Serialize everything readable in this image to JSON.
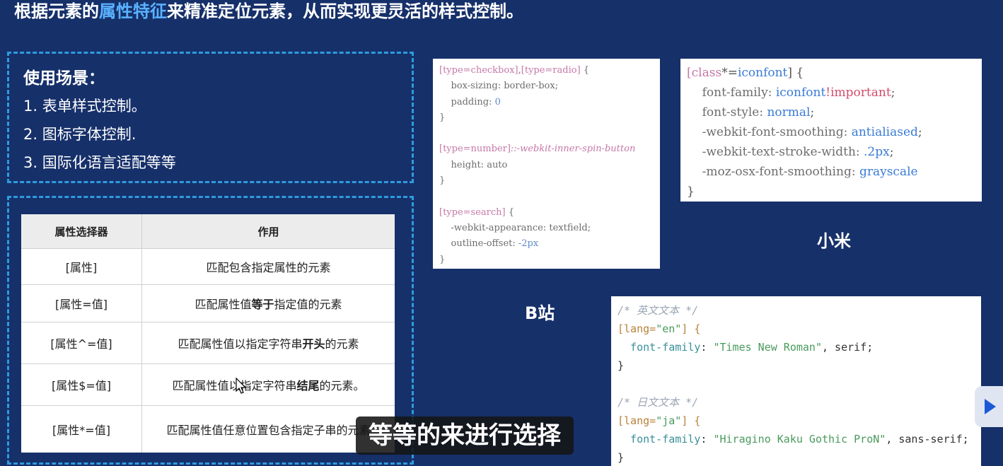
{
  "headline": {
    "before": "根据元素的",
    "highlight": "属性特征",
    "after": "来精准定位元素，从而实现更灵活的样式控制。"
  },
  "usage": {
    "title": "使用场景：",
    "items": [
      "1. 表单样式控制。",
      "2. 图标字体控制.",
      "3. 国际化语言适配等等"
    ]
  },
  "table": {
    "headers": [
      "属性选择器",
      "作用"
    ],
    "rows": [
      {
        "selector": "[属性]",
        "pre": "匹配包含指定属性的元素",
        "bold": "",
        "post": ""
      },
      {
        "selector": "[属性=值]",
        "pre": "匹配属性值",
        "bold": "等于",
        "post": "指定值的元素"
      },
      {
        "selector": "[属性^=值]",
        "pre": "匹配属性值以指定字符串",
        "bold": "开头",
        "post": "的元素"
      },
      {
        "selector": "[属性$=值]",
        "pre": "匹配属性值以指定字符串",
        "bold": "结尾",
        "post": "的元素。"
      },
      {
        "selector": "[属性*=值]",
        "pre": "匹配属性值任意位置包含指定子串的元素",
        "bold": "",
        "post": ""
      }
    ]
  },
  "code_b": {
    "l1a": "[type=checkbox]",
    "l1b": ",",
    "l1c": "[type=radio]",
    "l1d": " {",
    "l2a": "    box-sizing: ",
    "l2b": "border-box",
    "l2c": ";",
    "l3a": "    padding: ",
    "l3b": "0",
    "l4": "}",
    "l5a": "[type=number]",
    "l5b": "::-webkit-inner-spin-button",
    "l6a": "    height: ",
    "l6b": "auto",
    "l7": "}",
    "l8a": "[type=search]",
    "l8b": " {",
    "l9a": "    -webkit-appearance: ",
    "l9b": "textfield",
    "l9c": ";",
    "l10a": "    outline-offset: ",
    "l10b": "-2px",
    "l11": "}"
  },
  "code_mi": {
    "l1a": "[class",
    "l1b": "*=",
    "l1c": "iconfont",
    "l1d": "] {",
    "l2a": "    font-family: ",
    "l2b": "iconfont",
    "l2c": "!important",
    "l2d": ";",
    "l3a": "    font-style: ",
    "l3b": "normal",
    "l3c": ";",
    "l4a": "    -webkit-font-smoothing: ",
    "l4b": "antialiased",
    "l4c": ";",
    "l5a": "    -webkit-text-stroke-width: ",
    "l5b": ".2px",
    "l5c": ";",
    "l6a": "    -moz-osx-font-smoothing: ",
    "l6b": "grayscale",
    "l7": "}"
  },
  "code_lang": {
    "c1": "/* 英文文本 */",
    "l2a": "[lang=",
    "l2b": "\"en\"",
    "l2c": "] {",
    "l3a": "  font-family",
    "l3b": ": ",
    "l3c": "\"Times New Roman\"",
    "l3d": ", serif;",
    "l4": "}",
    "c2": "/* 日文文本 */",
    "l7a": "[lang=",
    "l7b": "\"ja\"",
    "l7c": "] {",
    "l8a": "  font-family",
    "l8b": ": ",
    "l8c": "\"Hiragino Kaku Gothic ProN\"",
    "l8d": ", sans-serif;",
    "l9": "}"
  },
  "labels": {
    "bilibili": "B站",
    "xiaomi": "小米"
  },
  "subtitle": "等等的来进行选择",
  "icons": {
    "cursor": "mouse-pointer-icon",
    "side": "play-icon"
  },
  "colors": {
    "background": "#16306a",
    "highlight": "#5ab2ff",
    "dashed_border": "#2e9bde"
  }
}
